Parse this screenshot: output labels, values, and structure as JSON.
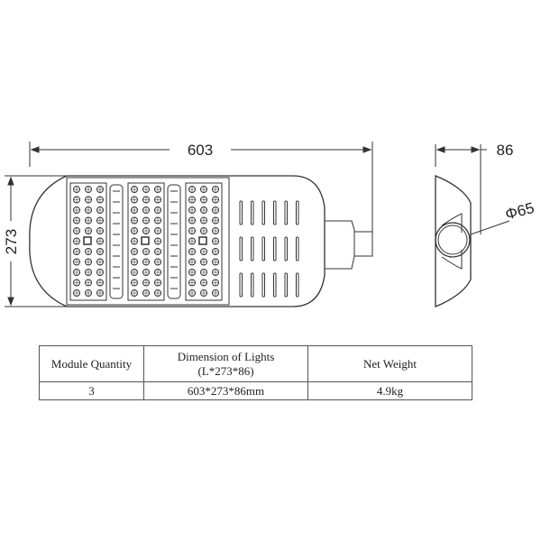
{
  "drawing": {
    "length_dim": "603",
    "height_dim": "273",
    "depth_dim": "86",
    "diameter_dim": "Φ65",
    "modules": 3
  },
  "table": {
    "headers": {
      "module_quantity": "Module Quantity",
      "dimension_line1": "Dimension of Lights",
      "dimension_line2": "(L*273*86)",
      "net_weight": "Net Weight"
    },
    "row": {
      "module_quantity": "3",
      "dimension": "603*273*86mm",
      "net_weight": "4.9kg"
    }
  }
}
